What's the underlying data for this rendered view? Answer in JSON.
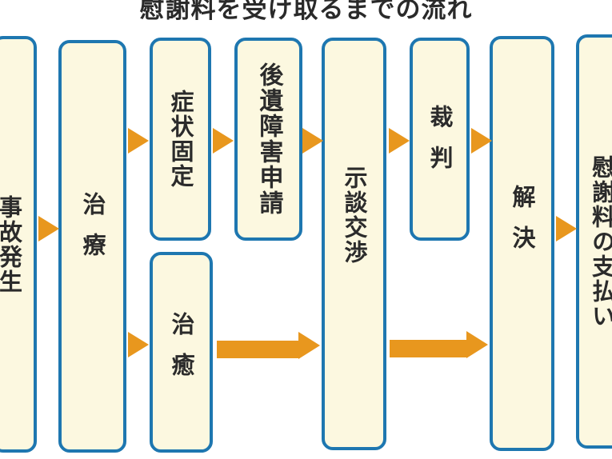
{
  "title": "慰謝料を受け取るまでの流れ",
  "colors": {
    "box_border": "#1e77b0",
    "box_fill": "#fcf8e0",
    "arrow": "#e8971e",
    "text": "#2b2b2b"
  },
  "steps": {
    "accident": "事故発生",
    "treatment": "治療",
    "symptom_fixed": "症状固定",
    "disability_application": "後遺障害申請",
    "recovery": "治癒",
    "settlement": "示談交渉",
    "trial": "裁判",
    "resolution": "解決",
    "payment": "慰謝料の支払い"
  }
}
